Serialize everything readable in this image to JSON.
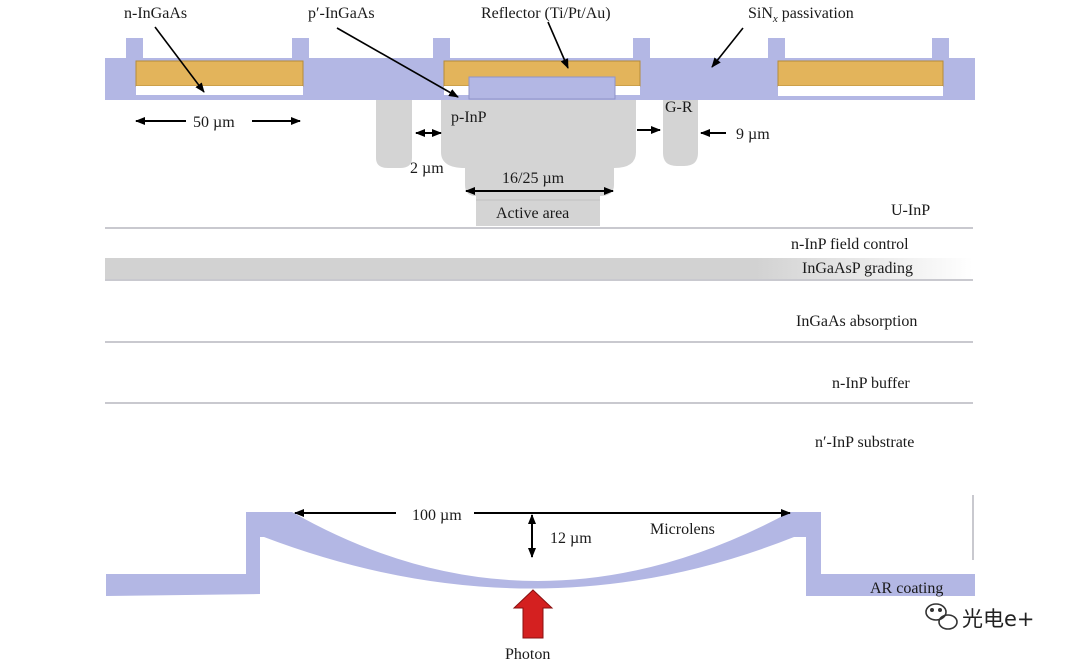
{
  "labels": {
    "n_ingaas": "n-InGaAs",
    "p_ingaas_prefix": "p′-InGaAs",
    "reflector": "Reflector (Ti/Pt/Au)",
    "sinx_prefix": "SiN",
    "sinx_sub": "x",
    "sinx_suffix": " passivation",
    "dim_50": "50 µm",
    "p_inp": "p-InP",
    "g_r": "G-R",
    "dim_9": "9 µm",
    "dim_2": "2 µm",
    "dim_16_25": "16/25 µm",
    "active_area": "Active area",
    "u_inp": "U-InP",
    "n_inp_field": "n-InP field control",
    "ingaasp_grading": "InGaAsP grading",
    "ingaas_absorption": "InGaAs absorption",
    "n_inp_buffer": "n-InP buffer",
    "substrate": "n′-InP substrate",
    "dim_100": "100 µm",
    "dim_12": "12 µm",
    "microlens": "Microlens",
    "ar_coating": "AR coating",
    "photon": "Photon"
  },
  "watermark": {
    "text": "光电e+",
    "icon": "wechat-icon"
  },
  "colors": {
    "passivation": "#b3b7e4",
    "gold": "#e3b45b",
    "gold_edge": "#b58b3a",
    "doped_region": "#d4d4d4",
    "layer_line": "#c9c9cf",
    "grading": "#d2d2d2",
    "arrow": "#000000",
    "photon": "#d42020"
  }
}
